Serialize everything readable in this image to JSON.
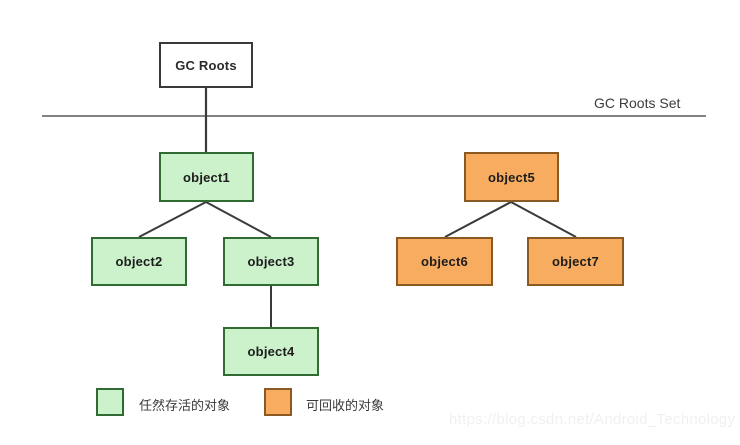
{
  "diagram": {
    "title_label": "GC Roots Set",
    "nodes": [
      {
        "id": "gcroots",
        "label": "GC Roots",
        "kind": "root"
      },
      {
        "id": "object1",
        "label": "object1",
        "kind": "live"
      },
      {
        "id": "object2",
        "label": "object2",
        "kind": "live"
      },
      {
        "id": "object3",
        "label": "object3",
        "kind": "live"
      },
      {
        "id": "object4",
        "label": "object4",
        "kind": "live"
      },
      {
        "id": "object5",
        "label": "object5",
        "kind": "garbage"
      },
      {
        "id": "object6",
        "label": "object6",
        "kind": "garbage"
      },
      {
        "id": "object7",
        "label": "object7",
        "kind": "garbage"
      }
    ],
    "edges": [
      {
        "from": "gcroots",
        "to": "object1"
      },
      {
        "from": "object1",
        "to": "object2"
      },
      {
        "from": "object1",
        "to": "object3"
      },
      {
        "from": "object3",
        "to": "object4"
      },
      {
        "from": "object5",
        "to": "object6"
      },
      {
        "from": "object5",
        "to": "object7"
      }
    ]
  },
  "legend": {
    "items": [
      {
        "swatch": "green",
        "label": "任然存活的对象"
      },
      {
        "swatch": "orange",
        "label": "可回收的对象"
      }
    ]
  },
  "watermark": {
    "text": "https://blog.csdn.net/Android_Technology"
  },
  "colors": {
    "live_fill": "#ccf2cc",
    "live_border": "#2f6b33",
    "garbage_fill": "#f7ac60",
    "garbage_border": "#8a5a22",
    "root_border": "#3a3a3a",
    "wire": "#3a3a3a",
    "divider": "#5a5a5a"
  }
}
